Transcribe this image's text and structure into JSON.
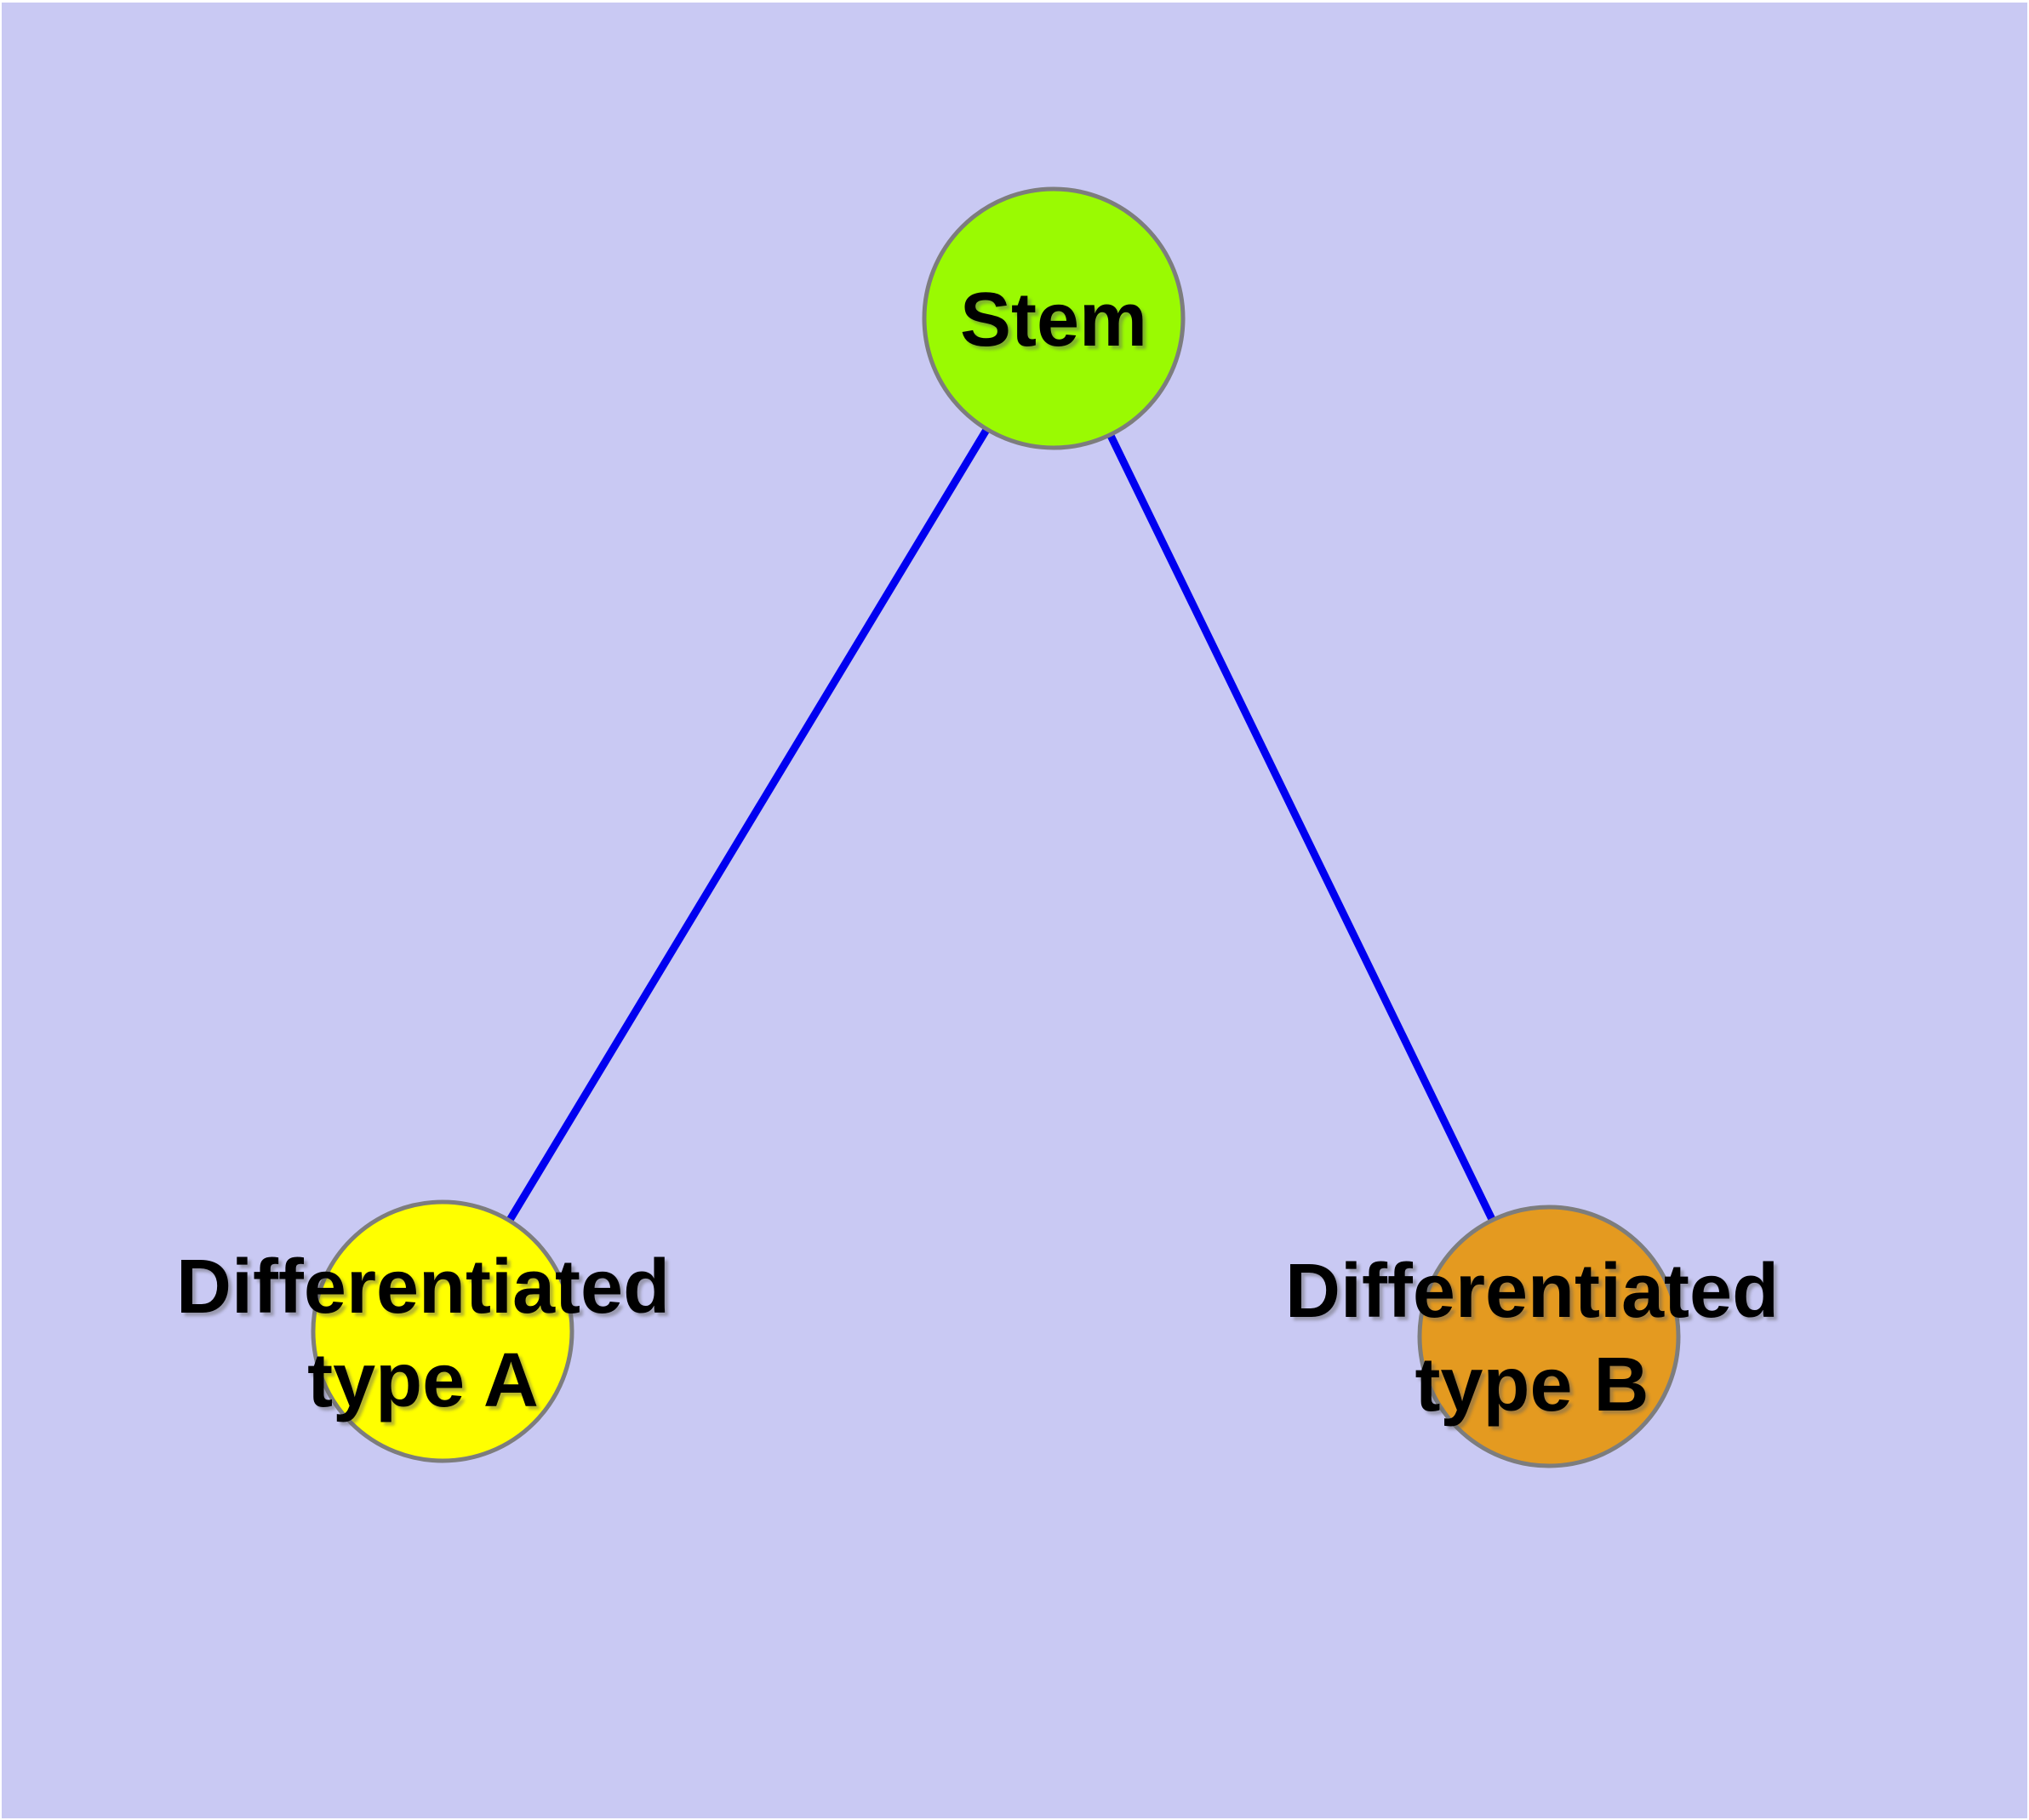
{
  "page": {
    "background": "#ffffff",
    "canvas_background": "#c9c9f3"
  },
  "graph": {
    "nodes": {
      "stem": {
        "label": "Stem",
        "fill": "#9afa02",
        "border": "#7d7d7d"
      },
      "diff_a": {
        "line1": "Differentiated",
        "line2": "type A",
        "fill": "#ffff00",
        "border": "#7d7d7d"
      },
      "diff_b": {
        "line1": "Differentiated",
        "line2": "type B",
        "fill": "#e49a20",
        "border": "#7d7d7d"
      }
    },
    "edges": {
      "color": "#0000f0",
      "list": [
        {
          "from": "Stem",
          "to": "Differentiated type A"
        },
        {
          "from": "Stem",
          "to": "Differentiated type B"
        }
      ]
    }
  }
}
